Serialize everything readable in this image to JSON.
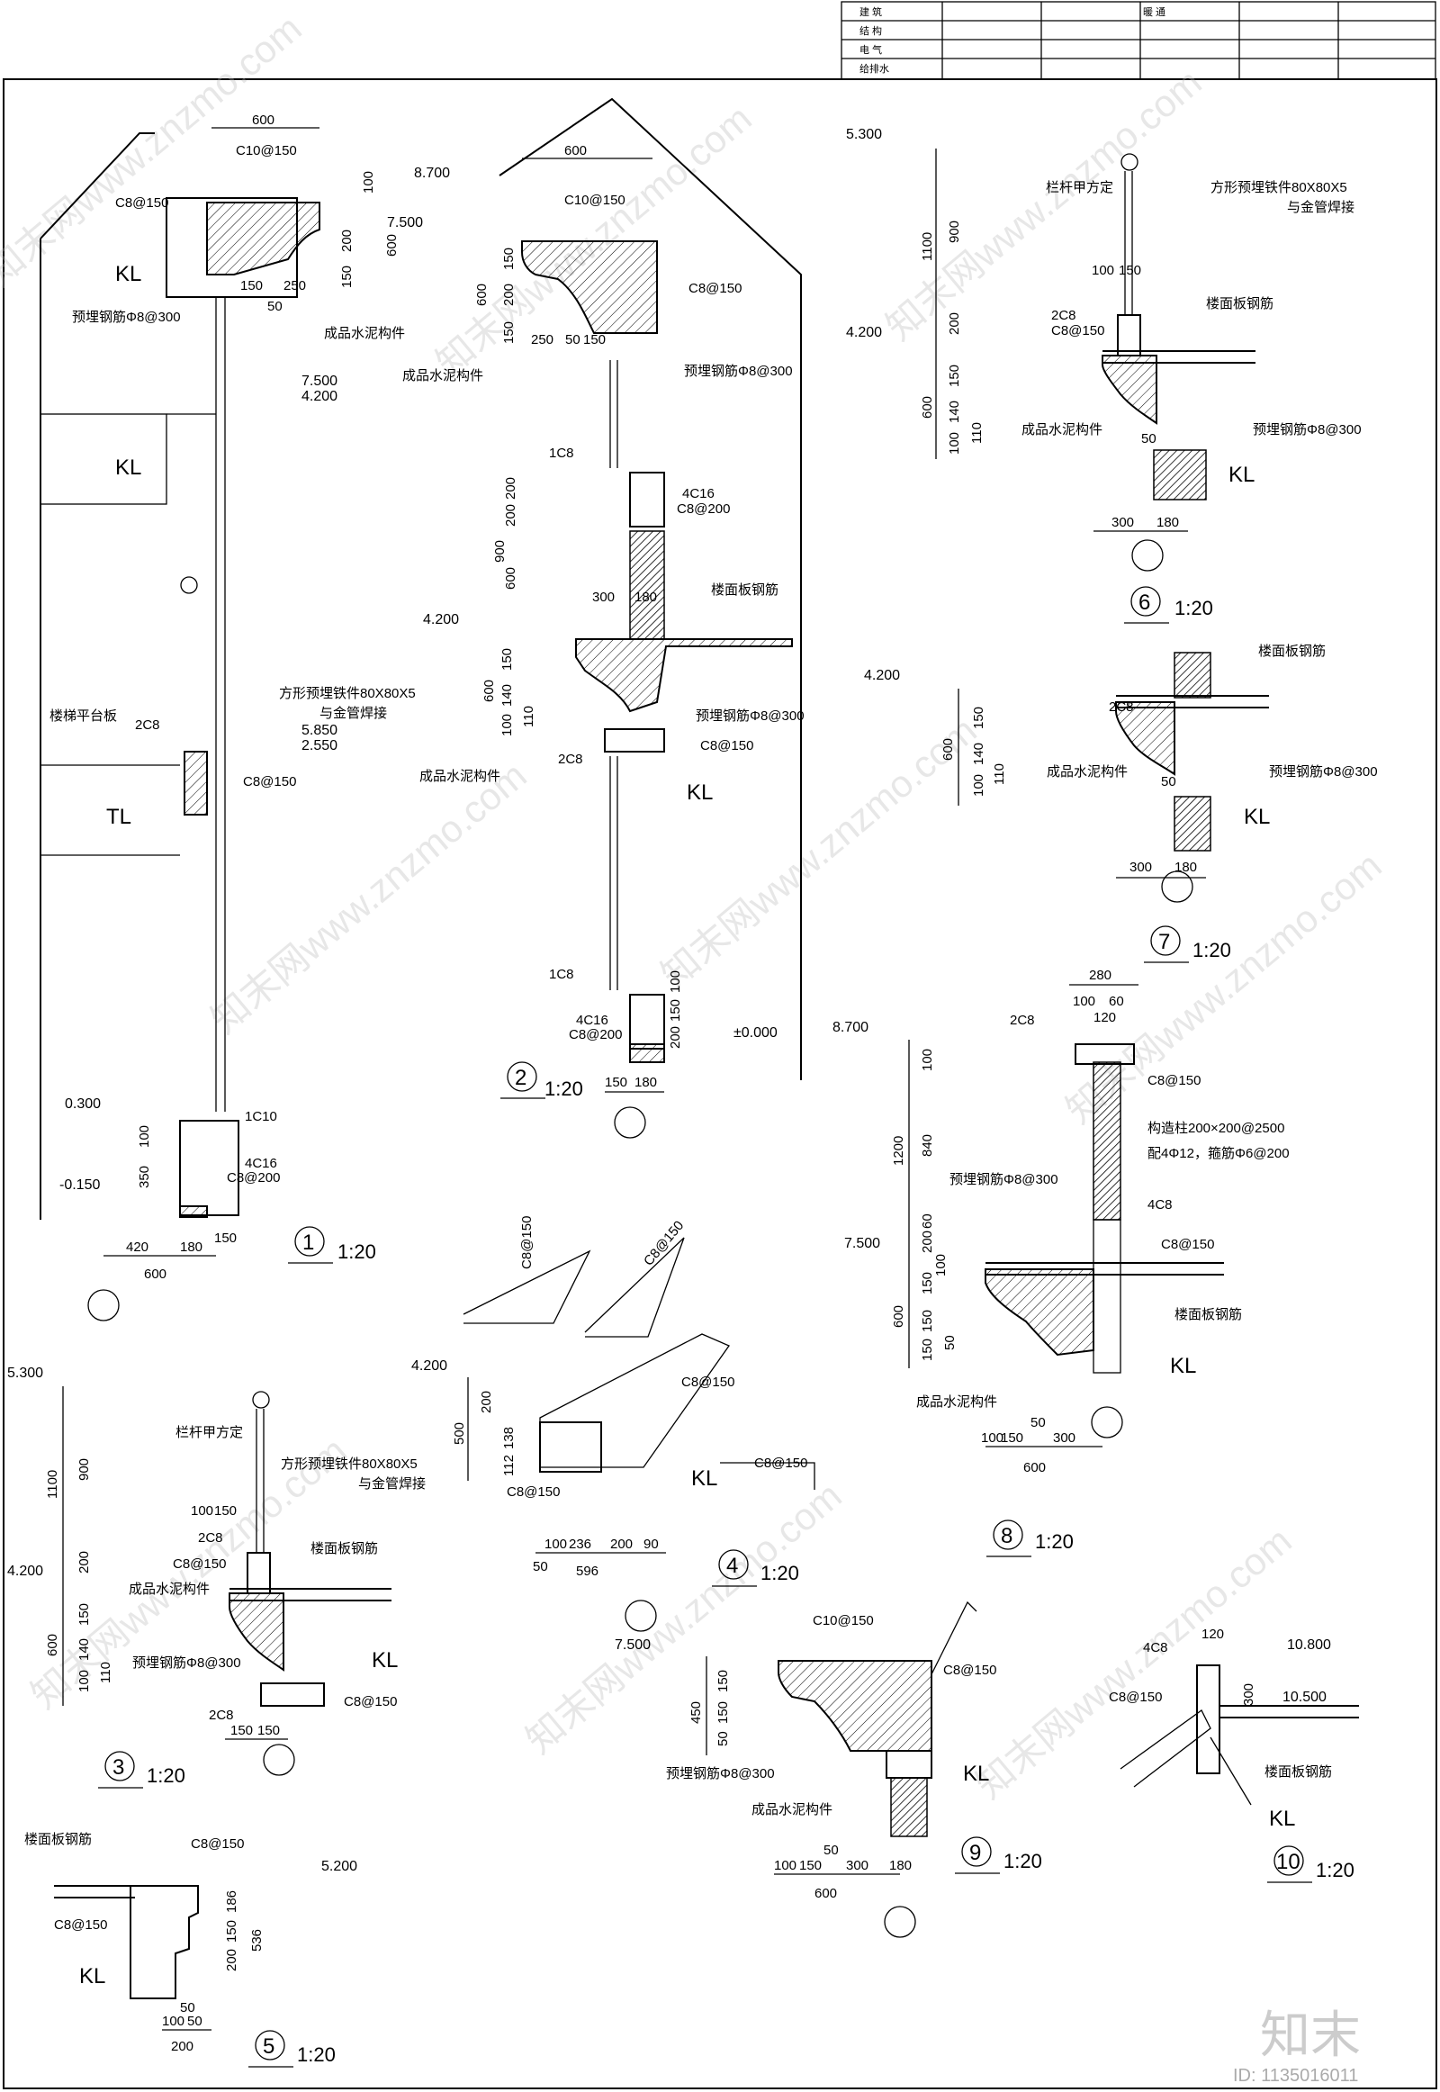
{
  "title_block": {
    "rows": [
      "建 筑",
      "结 构",
      "电 气",
      "给排水"
    ],
    "col_header": "暖 通"
  },
  "watermark": {
    "text": "知末网www.znzmo.com",
    "brand": "知末",
    "id": "ID: 1135016011"
  },
  "details": {
    "d1": {
      "num": "1",
      "scale": "1:20",
      "labels": {
        "c1": "C10@150",
        "c2": "C8@150",
        "kl1": "KL",
        "rebar": "预埋钢筋Φ8@300",
        "precast": "成品水泥构件",
        "kl2": "KL",
        "platform": "楼梯平台板",
        "r2c8": "2C8",
        "embed": "方形预埋铁件80X80X5",
        "weld": "与金管焊接",
        "c3": "C8@150",
        "tl": "TL",
        "c4": "1C10",
        "c5": "4C16",
        "c6": "C8@200"
      },
      "levels": [
        "8.700",
        "7.500",
        "7.500",
        "4.200",
        "5.850",
        "2.550",
        "0.300",
        "-0.150"
      ],
      "dims": [
        "600",
        "100",
        "600",
        "200",
        "150",
        "150",
        "250",
        "50",
        "100",
        "350",
        "420",
        "180",
        "150",
        "600"
      ]
    },
    "d2": {
      "num": "2",
      "scale": "1:20",
      "labels": {
        "c1": "C10@150",
        "c2": "C8@150",
        "precast": "成品水泥构件",
        "rebar": "预埋钢筋Φ8@300",
        "c3": "1C8",
        "c4": "4C16",
        "c5": "C8@200",
        "slab": "楼面板钢筋",
        "rebar2": "预埋钢筋Φ8@300",
        "c6": "2C8",
        "c7": "C8@150",
        "kl": "KL",
        "precast2": "成品水泥构件",
        "c8": "1C8",
        "c9": "4C16",
        "c10": "C8@200"
      },
      "levels": [
        "4.200",
        "±0.000"
      ],
      "dims": [
        "600",
        "600",
        "150",
        "200",
        "150",
        "250",
        "50",
        "150",
        "900",
        "200",
        "200",
        "600",
        "300",
        "180",
        "600",
        "150",
        "140",
        "100",
        "110",
        "150",
        "200",
        "100",
        "150",
        "180"
      ]
    },
    "d3": {
      "num": "3",
      "scale": "1:20",
      "labels": {
        "rail": "栏杆甲方定",
        "embed": "方形预埋铁件80X80X5",
        "weld": "与金管焊接",
        "r2c8": "2C8",
        "c1": "C8@150",
        "slab": "楼面板钢筋",
        "precast": "成品水泥构件",
        "rebar": "预埋钢筋Φ8@300",
        "kl": "KL",
        "r2c8b": "2C8",
        "c2": "C8@150"
      },
      "levels": [
        "5.300",
        "4.200"
      ],
      "dims": [
        "1100",
        "900",
        "100",
        "150",
        "200",
        "600",
        "150",
        "140",
        "100",
        "110",
        "150",
        "150"
      ]
    },
    "d4": {
      "num": "4",
      "scale": "1:20",
      "labels": {
        "c1": "C8@150",
        "c2": "C8@150",
        "c3": "C8@150",
        "c4": "C8@150",
        "kl": "KL",
        "c5": "C8@150"
      },
      "levels": [
        "4.200"
      ],
      "dims": [
        "500",
        "200",
        "138",
        "112",
        "50",
        "100",
        "236",
        "200",
        "90",
        "596"
      ]
    },
    "d5": {
      "num": "5",
      "scale": "1:20",
      "labels": {
        "slab": "楼面板钢筋",
        "c1": "C8@150",
        "c2": "C8@150",
        "kl": "KL"
      },
      "levels": [
        "5.200"
      ],
      "dims": [
        "186",
        "150",
        "200",
        "536",
        "50",
        "100",
        "50",
        "200"
      ]
    },
    "d6": {
      "num": "6",
      "scale": "1:20",
      "labels": {
        "rail": "栏杆甲方定",
        "embed": "方形预埋铁件80X80X5",
        "weld": "与金管焊接",
        "r2c8": "2C8",
        "c1": "C8@150",
        "slab": "楼面板钢筋",
        "precast": "成品水泥构件",
        "rebar": "预埋钢筋Φ8@300",
        "kl": "KL"
      },
      "levels": [
        "5.300",
        "4.200"
      ],
      "dims": [
        "1100",
        "900",
        "100",
        "150",
        "200",
        "600",
        "150",
        "140",
        "100",
        "110",
        "50",
        "300",
        "180"
      ]
    },
    "d7": {
      "num": "7",
      "scale": "1:20",
      "labels": {
        "slab": "楼面板钢筋",
        "r2c8": "2C8",
        "precast": "成品水泥构件",
        "rebar": "预埋钢筋Φ8@300",
        "kl": "KL"
      },
      "levels": [
        "4.200"
      ],
      "dims": [
        "600",
        "150",
        "140",
        "100",
        "110",
        "50",
        "300",
        "180"
      ]
    },
    "d8": {
      "num": "8",
      "scale": "1:20",
      "labels": {
        "r2c8": "2C8",
        "c1": "C8@150",
        "col": "构造柱200×200@2500",
        "col2": "配4Φ12，箍筋Φ6@200",
        "rebar": "预埋钢筋Φ8@300",
        "r4c8": "4C8",
        "c2": "C8@150",
        "slab": "楼面板钢筋",
        "kl": "KL",
        "precast": "成品水泥构件"
      },
      "levels": [
        "8.700",
        "7.500"
      ],
      "dims": [
        "280",
        "100",
        "60",
        "120",
        "1200",
        "100",
        "840",
        "200",
        "60",
        "600",
        "150",
        "100",
        "150",
        "150",
        "50",
        "50",
        "100",
        "150",
        "300",
        "600"
      ]
    },
    "d9": {
      "num": "9",
      "scale": "1:20",
      "labels": {
        "c1": "C10@150",
        "c2": "C8@150",
        "rebar": "预埋钢筋Φ8@300",
        "precast": "成品水泥构件",
        "kl": "KL"
      },
      "levels": [
        "7.500"
      ],
      "dims": [
        "450",
        "150",
        "150",
        "50",
        "50",
        "100",
        "150",
        "300",
        "180",
        "600"
      ]
    },
    "d10": {
      "num": "10",
      "scale": "1:20",
      "labels": {
        "r4c8": "4C8",
        "c1": "C8@150",
        "slab": "楼面板钢筋",
        "kl": "KL"
      },
      "levels": [
        "10.800",
        "10.500"
      ],
      "dims": [
        "120",
        "300"
      ]
    }
  }
}
